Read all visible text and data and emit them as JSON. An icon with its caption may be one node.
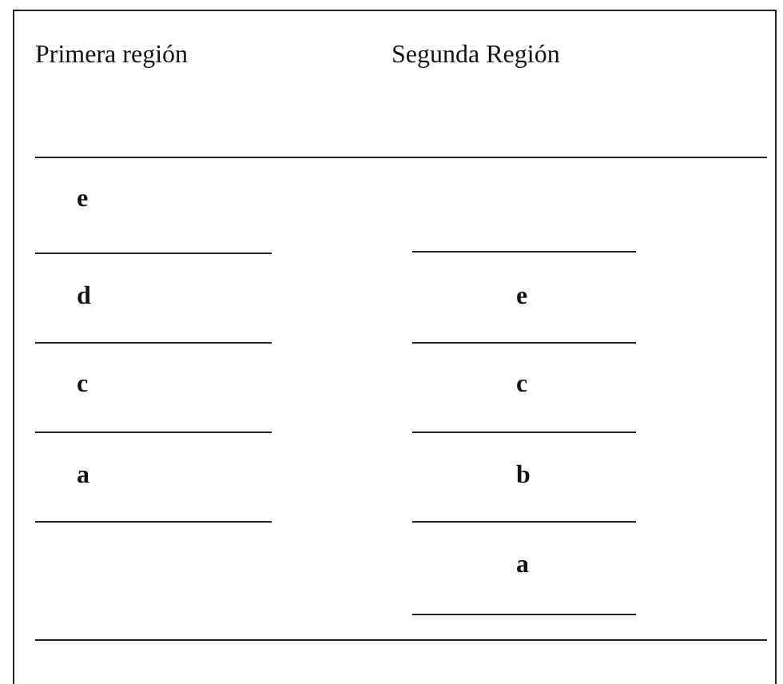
{
  "diagram": {
    "labels": [
      "Primera región",
      "Segunda Región",
      "e",
      "d",
      "e",
      "c",
      "c",
      "a",
      "b",
      "a"
    ]
  }
}
